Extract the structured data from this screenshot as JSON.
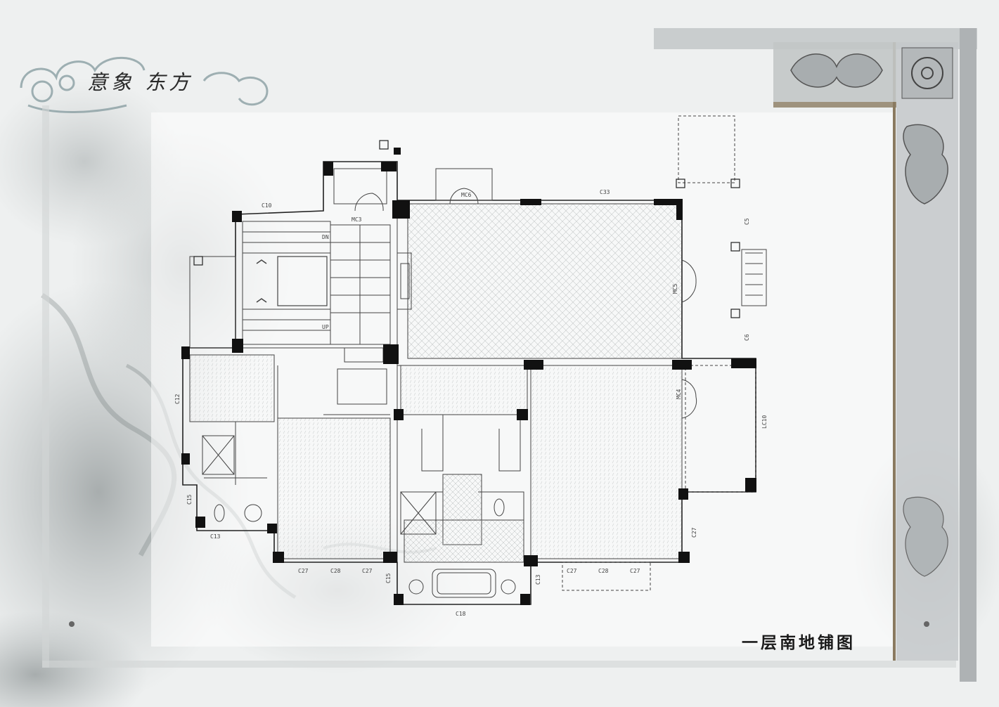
{
  "brand": {
    "title": "意象 东方"
  },
  "sheet": {
    "title": "一层南地铺图"
  },
  "labels": {
    "c10": "C10",
    "mc3": "MC3",
    "mc6": "MC6",
    "c33": "C33",
    "mc5": "MC5",
    "mc4": "MC4",
    "lc10": "LC10",
    "c12": "C12",
    "c15": "C15",
    "c13": "C13",
    "c27": "C27",
    "c28": "C28",
    "c18": "C18",
    "c5": "C5",
    "c6": "C6",
    "dn": "DN",
    "up": "UP"
  },
  "colors": {
    "background": "#eef0f0",
    "border_stone": "#9fa4a6",
    "border_inlay": "#8a7a60",
    "wall": "#111111",
    "line": "#444444"
  }
}
